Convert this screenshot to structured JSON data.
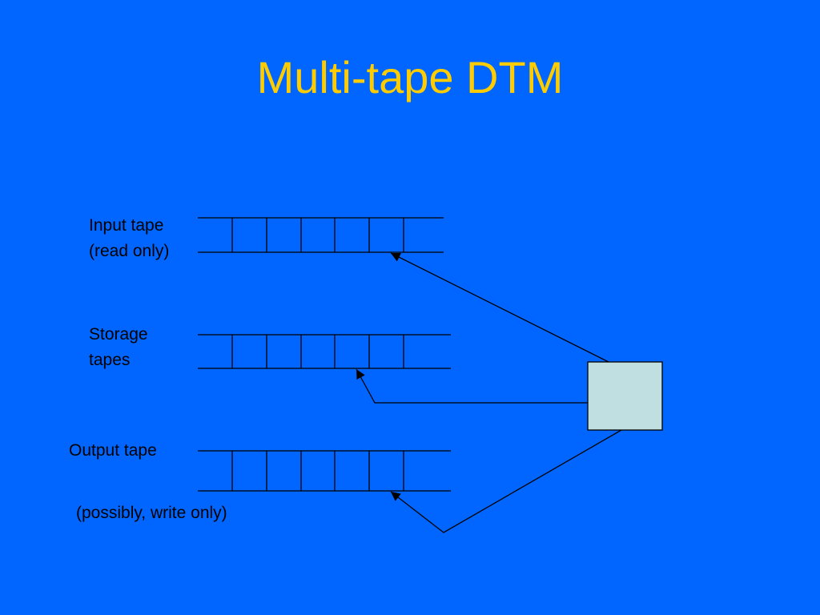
{
  "slide": {
    "title": "Multi-tape DTM",
    "colors": {
      "background": "#0066ff",
      "title": "#ffcc00",
      "control_box": "#bfdfe0",
      "lines": "#000000"
    }
  },
  "tapes": {
    "input_label": "Input tape\n(read only)",
    "storage_label": "Storage\ntapes",
    "output_label": "Output tape",
    "output_note": "(possibly, write only)"
  }
}
